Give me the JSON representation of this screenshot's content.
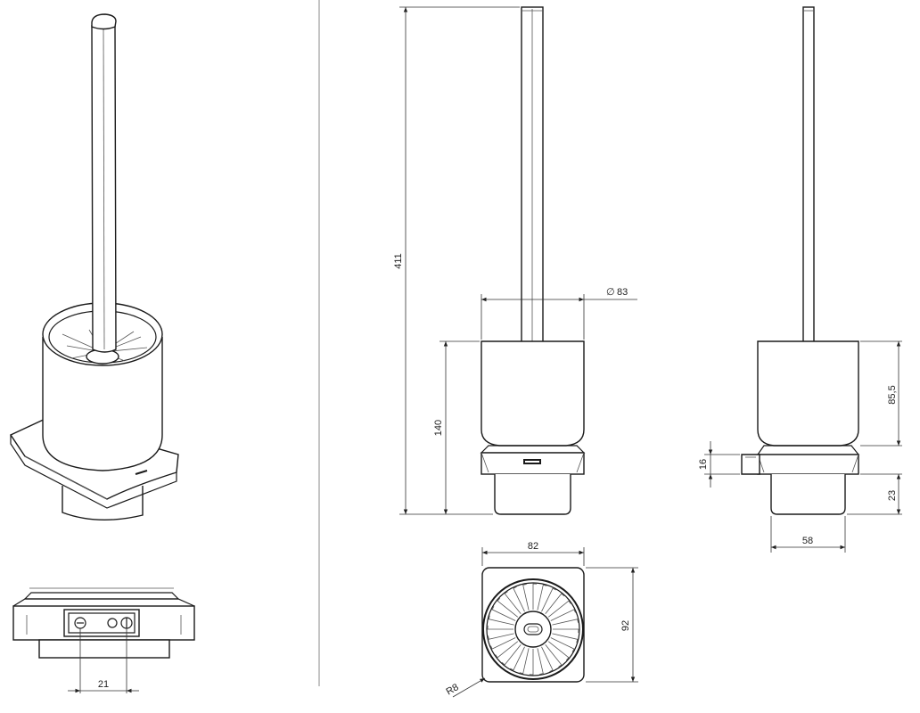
{
  "dimensions": {
    "total_height": "411",
    "diameter": "83",
    "diameter_symbol": "∅",
    "holder_height": "140",
    "width_square": "82",
    "depth_square": "92",
    "radius": "R8",
    "cup_height": "85,5",
    "bracket_height": "16",
    "bracket_offset": "23",
    "base_diameter": "58",
    "screw_spacing": "21"
  }
}
